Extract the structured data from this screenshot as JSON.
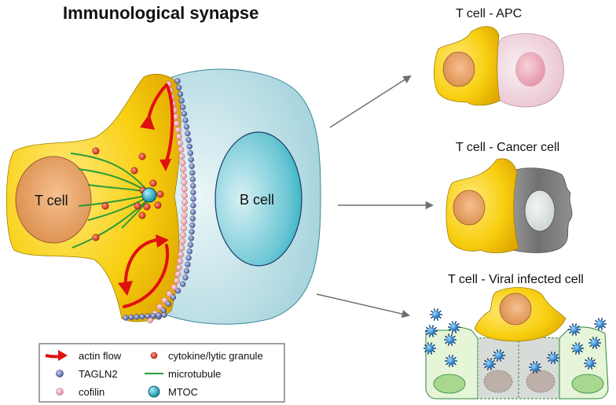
{
  "title": "Immunological synapse",
  "labels": {
    "t_cell": "T cell",
    "b_cell": "B cell"
  },
  "panels": [
    {
      "id": "apc",
      "title": "T cell - APC"
    },
    {
      "id": "cancer",
      "title": "T cell - Cancer cell"
    },
    {
      "id": "viral",
      "title": "T cell - Viral infected cell"
    }
  ],
  "legend": [
    {
      "id": "actin-flow",
      "label": "actin flow",
      "icon": "red-arrow-icon"
    },
    {
      "id": "tagln2",
      "label": "TAGLN2",
      "icon": "blue-dot-icon"
    },
    {
      "id": "cofilin",
      "label": "cofilin",
      "icon": "pink-dot-icon"
    },
    {
      "id": "granule",
      "label": "cytokine/lytic granule",
      "icon": "red-dot-icon"
    },
    {
      "id": "microtubule",
      "label": "microtubule",
      "icon": "green-line-icon"
    },
    {
      "id": "mtoc",
      "label": "MTOC",
      "icon": "teal-circle-icon"
    }
  ],
  "colors": {
    "t_cell_yellow": "#f5c800",
    "nucleus_orange": "#e8a060",
    "b_cell_blue": "#a9d8e0",
    "b_nucleus": "#3bb8c8",
    "actin_red": "#e01010",
    "tagln2_blue": "#5866a8",
    "cofilin_pink": "#eaa0a8",
    "microtubule_green": "#2a9a3a",
    "mtoc_teal": "#1aa0b8"
  }
}
